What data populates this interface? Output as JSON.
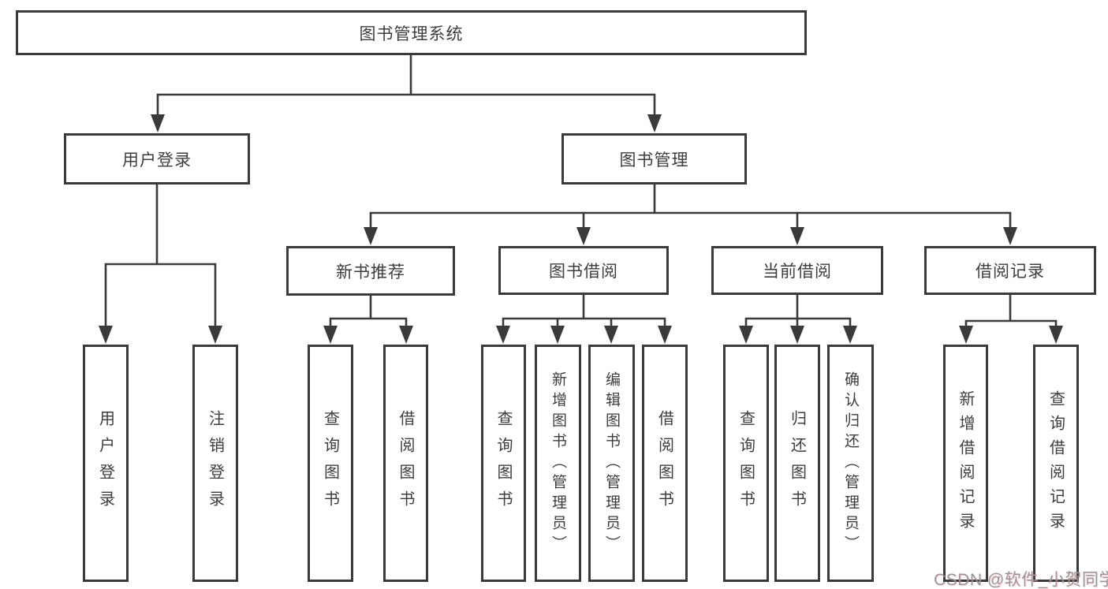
{
  "diagram": {
    "title": "图书管理系统",
    "nodes": {
      "root": "图书管理系统",
      "user_login": "用户登录",
      "book_mgmt": "图书管理",
      "new_book_rec": "新书推荐",
      "book_borrow": "图书借阅",
      "current_borrow": "当前借阅",
      "borrow_records": "借阅记录",
      "login_children": [
        "用户登录",
        "注销登录"
      ],
      "new_book_children": [
        "查询图书",
        "借阅图书"
      ],
      "borrow_children": [
        "查询图书",
        "新增图书（管理员）",
        "编辑图书（管理员）",
        "借阅图书"
      ],
      "current_children": [
        "查询图书",
        "归还图书",
        "确认归还（管理员）"
      ],
      "records_children": [
        "新增借阅记录",
        "查询借阅记录"
      ]
    }
  },
  "watermark": "CSDN @软件_小贺同学",
  "colors": {
    "line": "#3a3a3a",
    "text": "#3d3d3d",
    "background": "#ffffff",
    "watermark": "#969496"
  }
}
